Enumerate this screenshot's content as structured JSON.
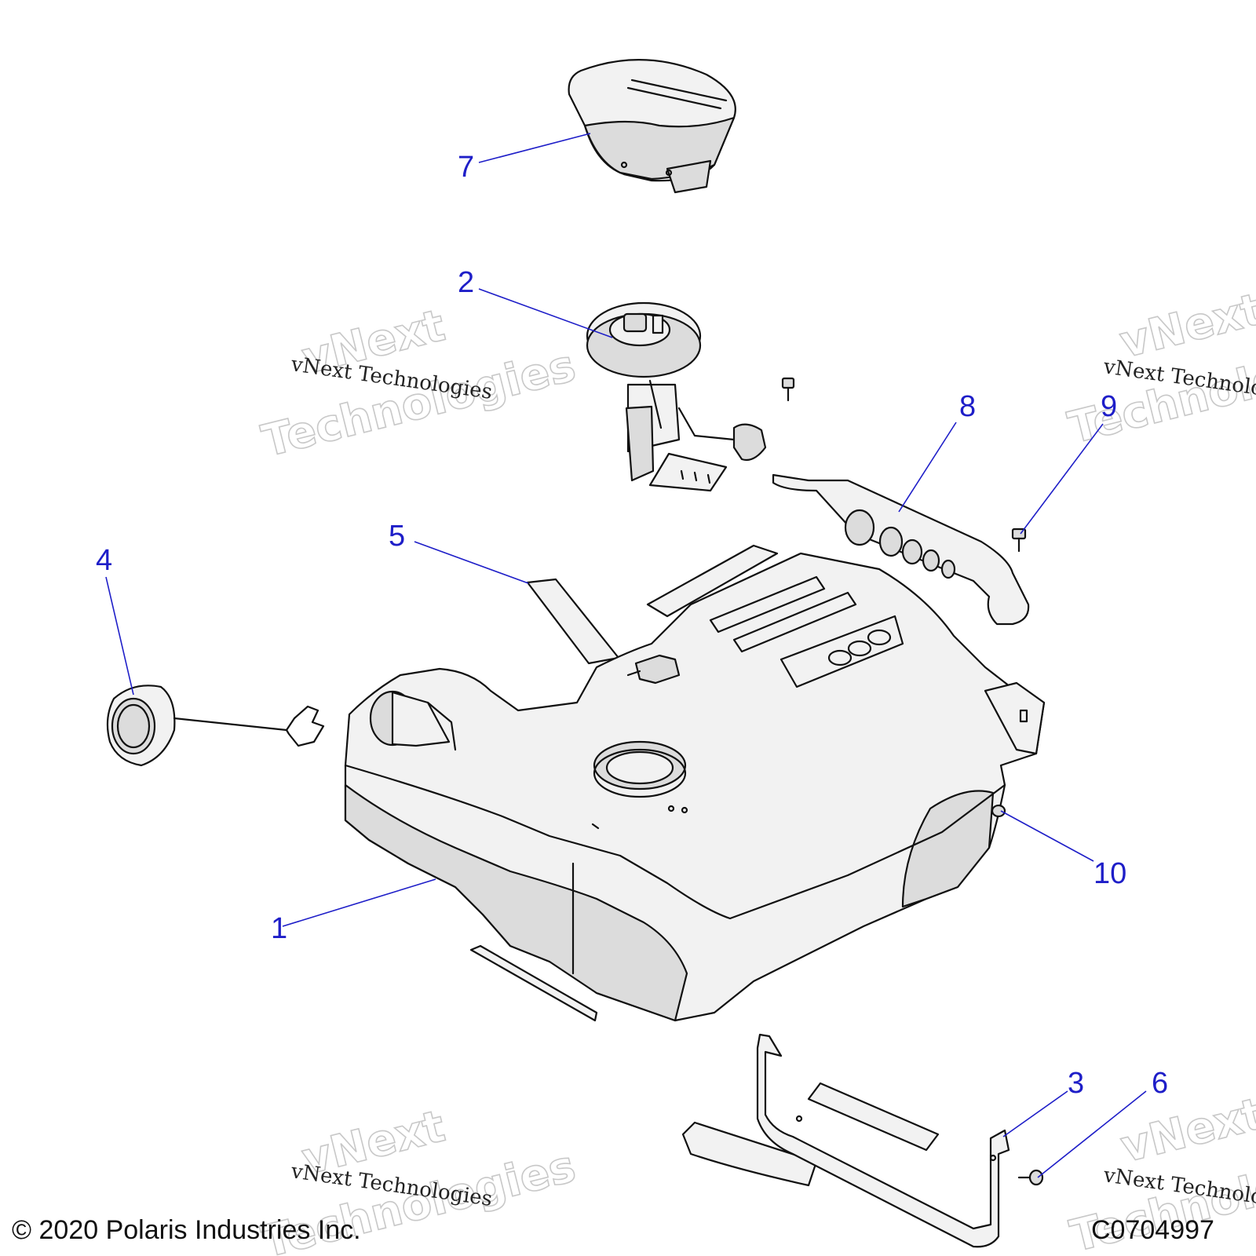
{
  "callouts": [
    {
      "id": "1",
      "label": "1"
    },
    {
      "id": "2",
      "label": "2"
    },
    {
      "id": "3",
      "label": "3"
    },
    {
      "id": "4",
      "label": "4"
    },
    {
      "id": "5",
      "label": "5"
    },
    {
      "id": "6",
      "label": "6"
    },
    {
      "id": "7",
      "label": "7"
    },
    {
      "id": "8",
      "label": "8"
    },
    {
      "id": "9",
      "label": "9"
    },
    {
      "id": "10",
      "label": "10"
    }
  ],
  "watermark": {
    "line": "vNext Technologies",
    "big_top": "vNext",
    "big_bottom": "Technologies"
  },
  "footer": {
    "copyright": "© 2020 Polaris Industries Inc.",
    "code": "C0704997"
  },
  "colors": {
    "callout": "#1e1ec8",
    "line": "#111111"
  }
}
